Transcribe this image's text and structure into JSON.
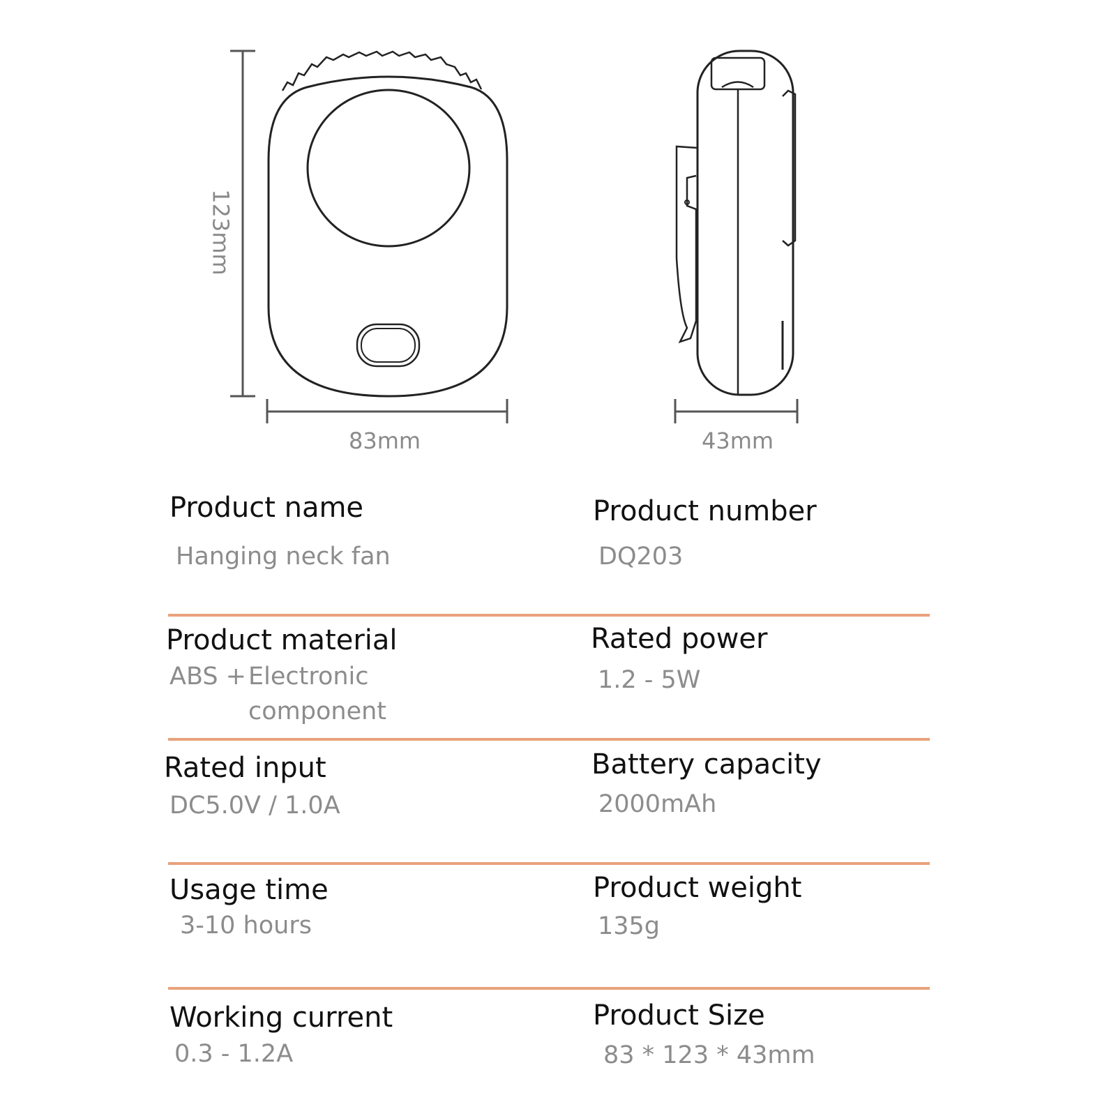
{
  "dimensions": {
    "height": "123mm",
    "width": "83mm",
    "depth": "43mm"
  },
  "accent_color": "#e9a27c",
  "specs": [
    {
      "label": "Product name",
      "value": "Hanging neck fan"
    },
    {
      "label": "Product number",
      "value": "DQ203"
    },
    {
      "label": "Product material",
      "value_prefix": "ABS +",
      "value": "Electronic",
      "value_line2": "component"
    },
    {
      "label": "Rated power",
      "value": "1.2 - 5W"
    },
    {
      "label": "Rated input",
      "value": "DC5.0V / 1.0A"
    },
    {
      "label": "Battery capacity",
      "value": "2000mAh"
    },
    {
      "label": "Usage time",
      "value": "3-10 hours"
    },
    {
      "label": "Product weight",
      "value": "135g"
    },
    {
      "label": "Working current",
      "value": "0.3 - 1.2A"
    },
    {
      "label": "Product Size",
      "value": "83 * 123 * 43mm"
    }
  ]
}
